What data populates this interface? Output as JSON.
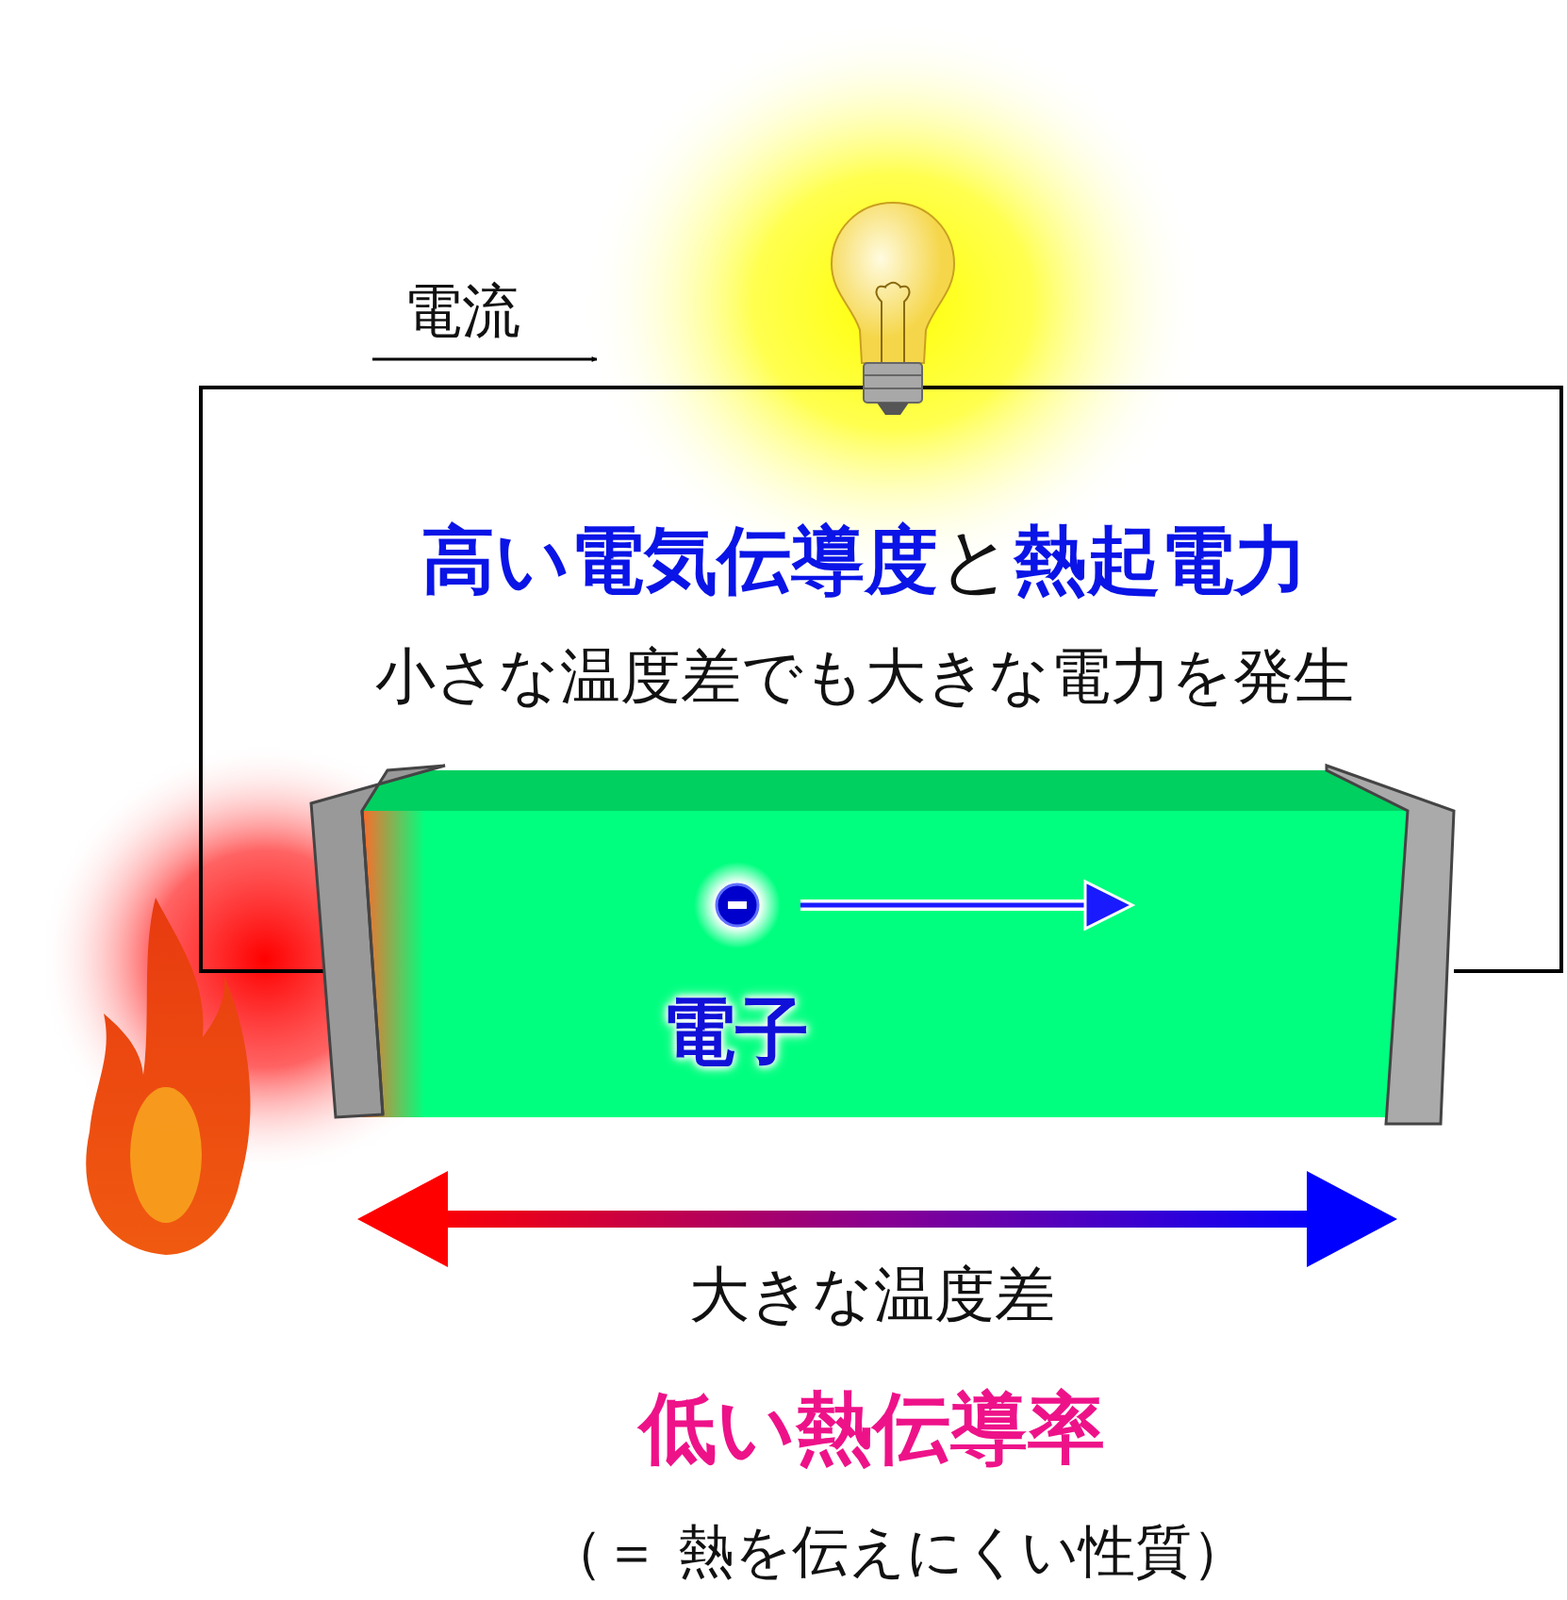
{
  "diagram": {
    "nodes": [
      {
        "text": [
          "電子"
        ]
      }
    ],
    "labels": [
      "電流",
      "高い電気伝導度",
      "と",
      "熱起電力",
      "小さな温度差でも大きな電力を発生",
      "大きな温度差",
      "低い熱伝導率",
      "（＝ 熱を伝えにくい性質）"
    ]
  }
}
